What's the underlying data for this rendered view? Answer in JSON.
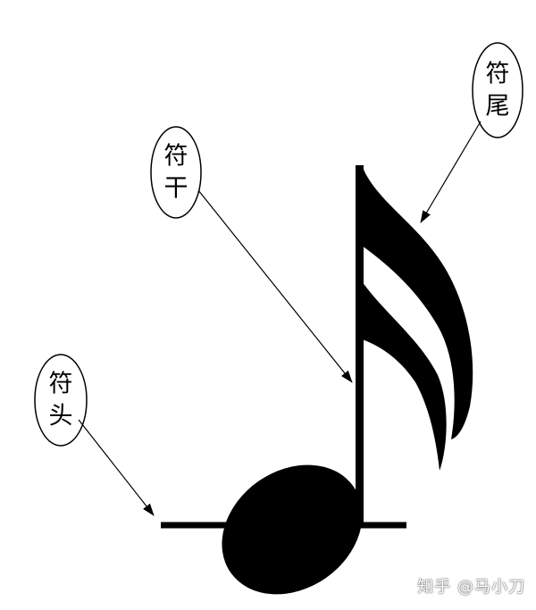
{
  "diagram": {
    "labels": {
      "note_head": [
        "符",
        "头"
      ],
      "stem": [
        "符",
        "干"
      ],
      "flag": [
        "符",
        "尾"
      ]
    }
  },
  "watermark": "知乎 @马小刀",
  "colors": {
    "ink": "#000000",
    "background": "#ffffff"
  }
}
